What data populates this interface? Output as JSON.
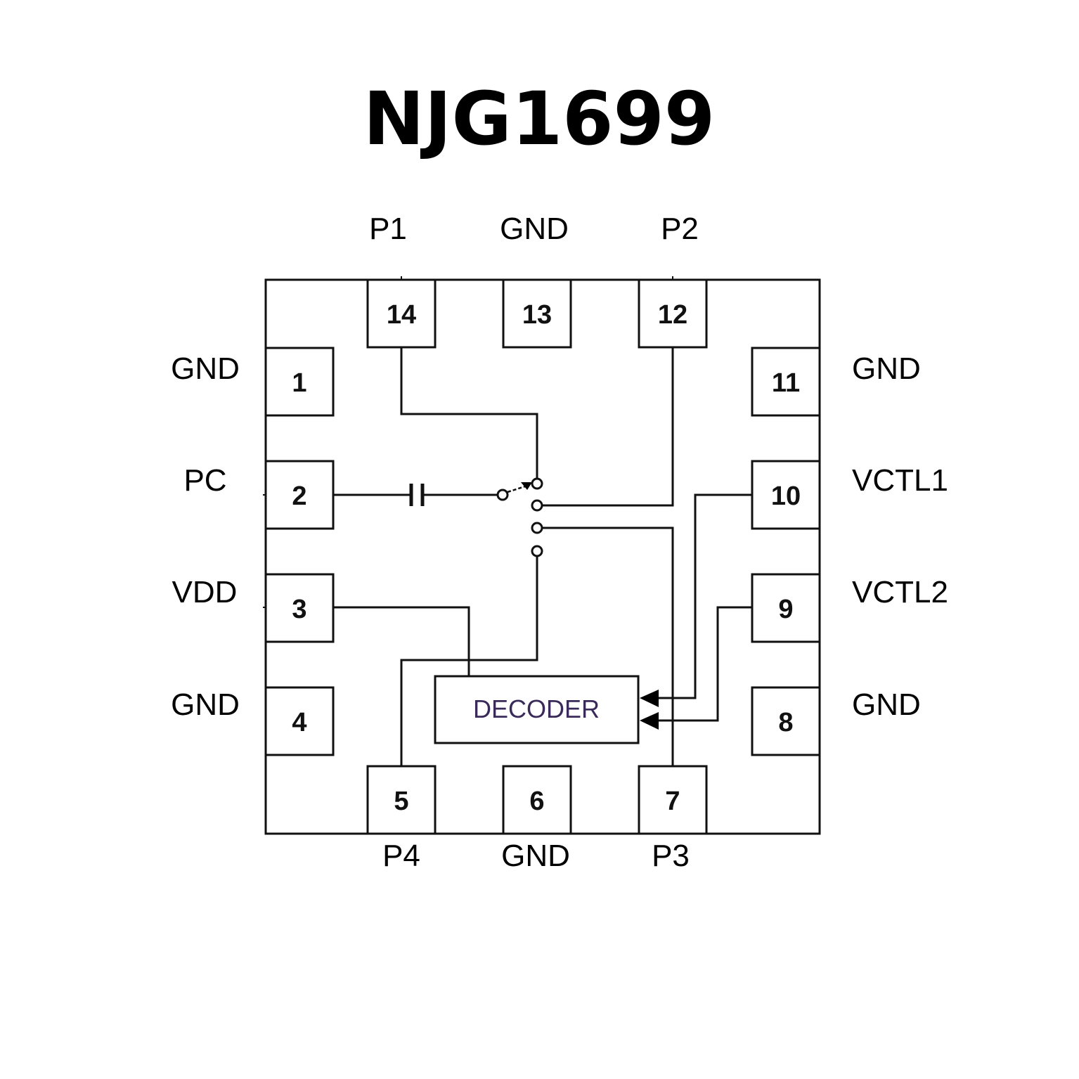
{
  "title": "NJG1699",
  "package": {
    "decoder_label": "DECODER",
    "pins": [
      {
        "number": "1",
        "label": "GND",
        "side": "left"
      },
      {
        "number": "2",
        "label": "PC",
        "side": "left"
      },
      {
        "number": "3",
        "label": "VDD",
        "side": "left"
      },
      {
        "number": "4",
        "label": "GND",
        "side": "left"
      },
      {
        "number": "5",
        "label": "P4",
        "side": "bottom"
      },
      {
        "number": "6",
        "label": "GND",
        "side": "bottom"
      },
      {
        "number": "7",
        "label": "P3",
        "side": "bottom"
      },
      {
        "number": "8",
        "label": "GND",
        "side": "right"
      },
      {
        "number": "9",
        "label": "VCTL2",
        "side": "right"
      },
      {
        "number": "10",
        "label": "VCTL1",
        "side": "right"
      },
      {
        "number": "11",
        "label": "GND",
        "side": "right"
      },
      {
        "number": "12",
        "label": "P2",
        "side": "top"
      },
      {
        "number": "13",
        "label": "GND",
        "side": "top"
      },
      {
        "number": "14",
        "label": "P1",
        "side": "top"
      }
    ]
  }
}
